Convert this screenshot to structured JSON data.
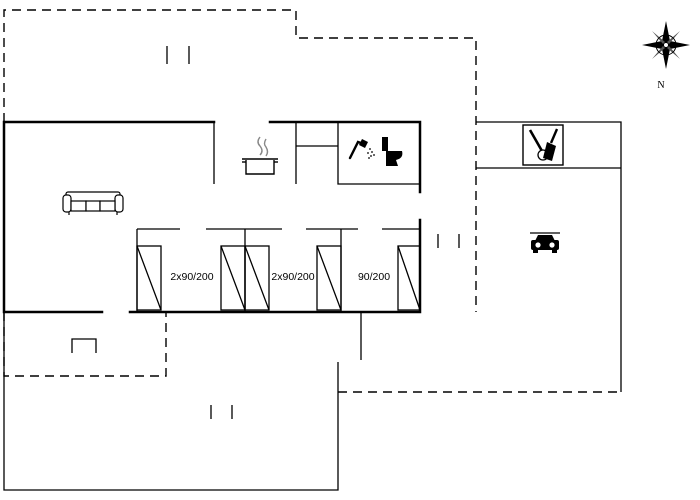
{
  "beds": [
    {
      "label": "2x90/200"
    },
    {
      "label": "2x90/200"
    },
    {
      "label": "90/200"
    }
  ],
  "compass": {
    "north": "N"
  },
  "icons": {
    "kitchen": "cooking-pot-icon",
    "living": "sofa-icon",
    "bathroom": "shower-toilet-icon",
    "utility": "cleaning-tools-icon",
    "carport": "car-icon",
    "terrace_table": "table-icon"
  }
}
